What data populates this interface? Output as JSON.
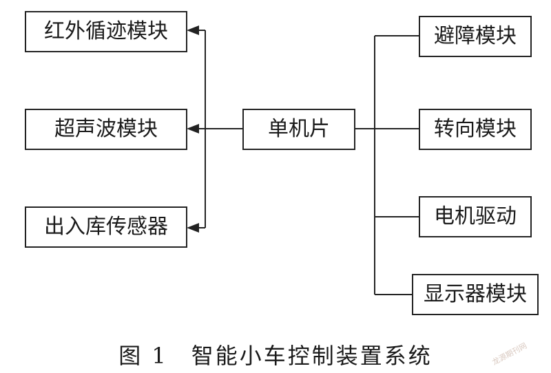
{
  "diagram": {
    "center": "单机片",
    "left_modules": [
      "红外循迹模块",
      "超声波模块",
      "出入库传感器"
    ],
    "right_modules": [
      "避障模块",
      "转向模块",
      "电机驱动",
      "显示器模块"
    ]
  },
  "caption": {
    "figure_number": "图 1",
    "title": "智能小车控制装置系统"
  },
  "watermark": "龙源期刊网",
  "colors": {
    "line": "#222222",
    "border": "#222222",
    "text": "#1a1a1a"
  }
}
